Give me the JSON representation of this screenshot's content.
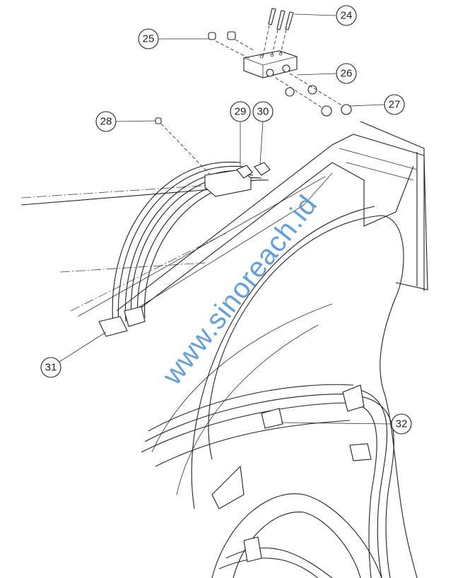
{
  "diagram": {
    "callouts": [
      {
        "label": "24"
      },
      {
        "label": "25"
      },
      {
        "label": "26"
      },
      {
        "label": "27"
      },
      {
        "label": "28"
      },
      {
        "label": "29"
      },
      {
        "label": "30"
      },
      {
        "label": "31"
      },
      {
        "label": "32"
      }
    ],
    "watermark": "www.sinoreach.id"
  }
}
